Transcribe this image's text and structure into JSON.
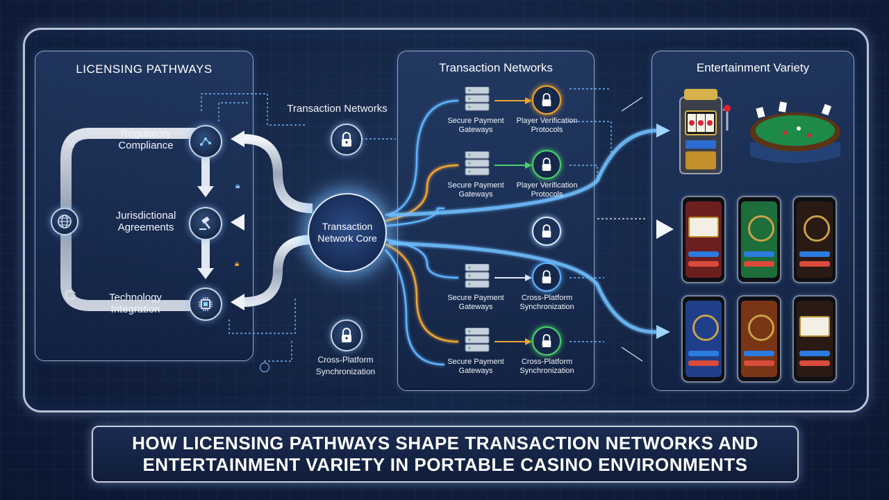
{
  "licensing": {
    "title": "LICENSING PATHWAYS",
    "items": [
      {
        "label": "Regulatory Compliance",
        "icon": "gavel-icon"
      },
      {
        "label": "Jurisdictional Agreements",
        "icon": "globe-icon"
      },
      {
        "label": "Technology Integration",
        "icon": "chip-icon"
      }
    ]
  },
  "core": {
    "label": "Transaction Network Core",
    "top_label": "Transaction Networks",
    "bottom_label": "Cross-Platform Synchronization"
  },
  "transaction": {
    "title": "Transaction Networks",
    "rows": [
      {
        "left": "Secure Payment Gateways",
        "right": "Player Verification Protocols"
      },
      {
        "left": "Secure Payment Gateways",
        "right": "Player Verification Protocols"
      },
      {
        "left": "Secure Payment Gateways",
        "right": "Cross-Platform Synchronization"
      },
      {
        "left": "Secure Payment Gateways",
        "right": "Cross-Platform Synchronization"
      }
    ]
  },
  "entertainment": {
    "title": "Entertainment Variety"
  },
  "banner": {
    "line1": "HOW LICENSING PATHWAYS SHAPE TRANSACTION NETWORKS AND",
    "line2": "ENTERTAINMENT VARIETY IN PORTABLE CASINO ENVIRONMENTS"
  },
  "colors": {
    "accent_blue": "#5fb4ff",
    "accent_orange": "#f0a531",
    "accent_green": "#4cd16e"
  }
}
